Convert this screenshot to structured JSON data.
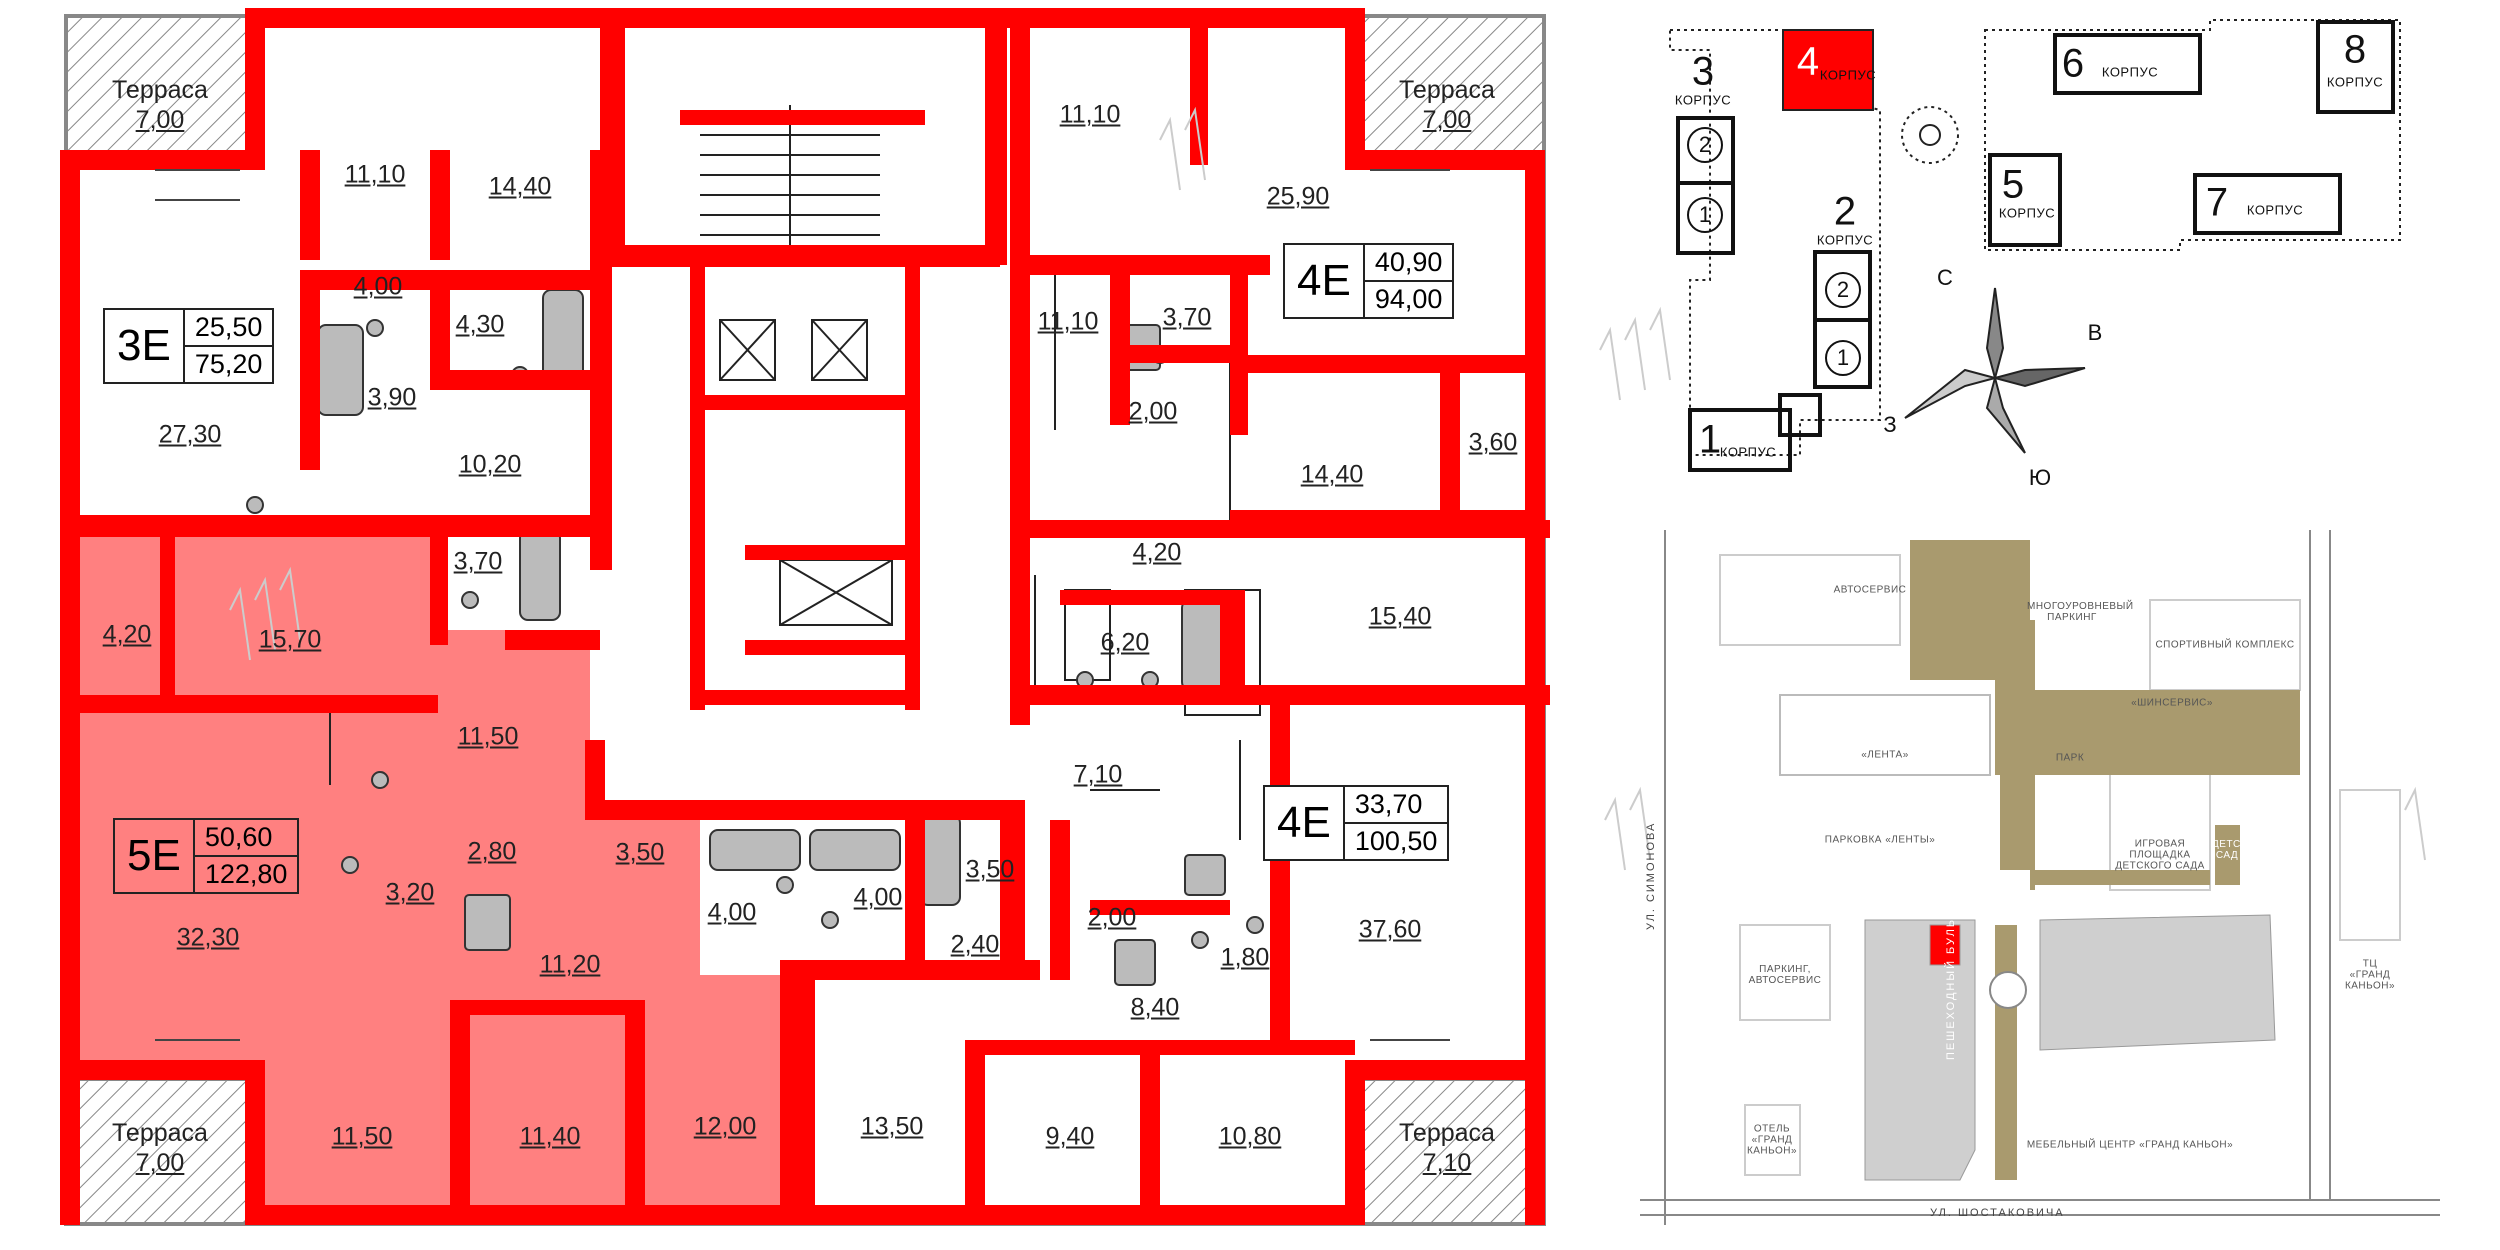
{
  "colors": {
    "wall": "#ff0000",
    "selected_fill": "#ff8080",
    "terrace_hatch": "#888888",
    "active_building": "#ff0000",
    "park": "#a99a6e",
    "map_building": "#cfcfcf"
  },
  "apartments": [
    {
      "code": "3E",
      "living": "25,50",
      "total": "75,20"
    },
    {
      "code": "4E",
      "living": "40,90",
      "total": "94,00"
    },
    {
      "code": "5E",
      "living": "50,60",
      "total": "122,80"
    },
    {
      "code": "4E",
      "living": "33,70",
      "total": "100,50"
    }
  ],
  "terraces": [
    {
      "label": "Терраса",
      "area": "7,00"
    },
    {
      "label": "Терраса",
      "area": "7,00"
    },
    {
      "label": "Терраса",
      "area": "7,00"
    },
    {
      "label": "Терраса",
      "area": "7,10"
    }
  ],
  "rooms": [
    "11,10",
    "14,40",
    "4,00",
    "4,30",
    "3,90",
    "27,30",
    "10,20",
    "11,10",
    "25,90",
    "11,10",
    "3,70",
    "2,00",
    "14,40",
    "3,60",
    "4,20",
    "15,40",
    "6,20",
    "3,70",
    "4,20",
    "15,70",
    "11,50",
    "2,80",
    "3,50",
    "3,20",
    "32,30",
    "11,20",
    "4,00",
    "4,00",
    "3,50",
    "2,40",
    "7,10",
    "37,60",
    "2,00",
    "1,80",
    "8,40",
    "11,50",
    "11,40",
    "12,00",
    "13,50",
    "9,40",
    "10,80"
  ],
  "site_plan": {
    "buildings": [
      {
        "num": "1",
        "sub": "КОРПУС"
      },
      {
        "num": "2",
        "sub": "КОРПУС"
      },
      {
        "num": "3",
        "sub": "КОРПУС"
      },
      {
        "num": "4",
        "sub": "КОРПУС",
        "active": true
      },
      {
        "num": "5",
        "sub": "КОРПУС"
      },
      {
        "num": "6",
        "sub": "КОРПУС"
      },
      {
        "num": "7",
        "sub": "КОРПУС"
      },
      {
        "num": "8",
        "sub": "КОРПУС"
      }
    ],
    "sections": [
      "2",
      "1",
      "2",
      "1"
    ],
    "compass": {
      "n": "С",
      "e": "В",
      "s": "Ю",
      "w": "З"
    }
  },
  "map": {
    "labels": {
      "autoservice": "АВТОСЕРВИС",
      "park_multi": "МНОГОУРОВНЕВЫЙ ПАРКИНГ",
      "sport": "СПОРТИВНЫЙ КОМПЛЕКС",
      "shinservice": "«ШИНСЕРВИС»",
      "lenta": "«ЛЕНТА»",
      "park": "ПАРК",
      "lenta_parking": "ПАРКОВКА «ЛЕНТЫ»",
      "playground": "ИГРОВАЯ ПЛОЩАДКА ДЕТСКОГО САДА",
      "kindergarten": "ДЕТСКИЙ САД",
      "parking_auto": "ПАРКИНГ, АВТОСЕРВИС",
      "hotel": "ОТЕЛЬ «ГРАНД КАНЬОН»",
      "furniture": "МЕБЕЛЬНЫЙ ЦЕНТР «ГРАНД КАНЬОН»",
      "tc": "ТЦ «ГРАНД КАНЬОН»",
      "boulevard": "ПЕШЕХОДНЫЙ БУЛЬВАР",
      "street_simonova": "УЛ. СИМОНОВА",
      "street_shostakovicha": "УЛ. ШОСТАКОВИЧА"
    }
  }
}
